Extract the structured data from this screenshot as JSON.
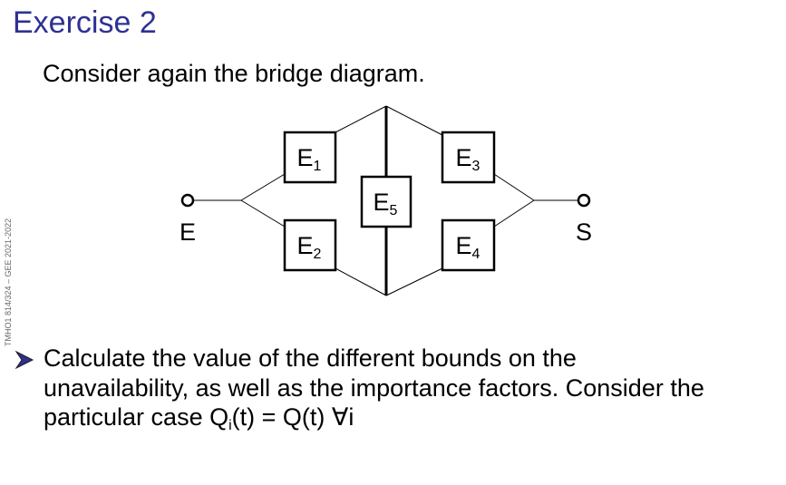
{
  "slide": {
    "title": "Exercise 2",
    "intro": "Consider again the bridge diagram.",
    "side_note": "TMHO1 814/324 – GEE 2021-2022"
  },
  "diagram": {
    "input_label": "E",
    "output_label": "S",
    "components": [
      {
        "base": "E",
        "sub": "1"
      },
      {
        "base": "E",
        "sub": "2"
      },
      {
        "base": "E",
        "sub": "3"
      },
      {
        "base": "E",
        "sub": "4"
      },
      {
        "base": "E",
        "sub": "5"
      }
    ]
  },
  "task": {
    "line1": "Calculate the value of the different bounds on the",
    "line2": "unavailability, as well as the importance factors. Consider the",
    "line3_pre": "particular case Q",
    "line3_sub": "i",
    "line3_post": "(t) = Q(t) ∀i"
  }
}
